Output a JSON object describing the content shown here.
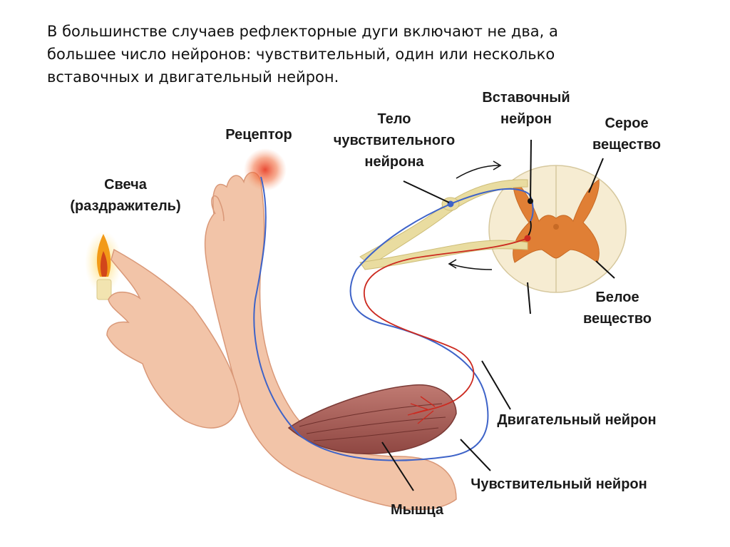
{
  "intro_lines": [
    "В большинстве случаев рефлекторные дуги включают не два, а",
    "большее число нейронов: чувствительный, один или несколько",
    "вставочных и двигательный нейрон."
  ],
  "labels": {
    "candle_line1": "Свеча",
    "candle_line2": "(раздражитель)",
    "receptor": "Рецептор",
    "sensory_body_line1": "Тело",
    "sensory_body_line2": "чувствительного",
    "sensory_body_line3": "нейрона",
    "interneuron_line1": "Вставочный",
    "interneuron_line2": "нейрон",
    "gray_matter_line1": "Серое",
    "gray_matter_line2": "вещество",
    "white_matter_line1": "Белое",
    "white_matter_line2": "вещество",
    "motor_neuron": "Двигательный нейрон",
    "sensory_neuron": "Чувствительный нейрон",
    "muscle": "Мышца"
  },
  "colors": {
    "skin": "#f2c4a8",
    "skin_shadow": "#d99878",
    "muscle": "#a85a55",
    "gray_matter": "#e07f35",
    "white_matter": "#f6ecd2",
    "nerve": "#e9dca0",
    "sensory_line": "#3e63c8",
    "motor_line": "#cc2a20",
    "flame": "#f29a18"
  },
  "icons": [
    "candle",
    "flame",
    "receptor-glow",
    "spinal-cord",
    "arrow-curved"
  ]
}
